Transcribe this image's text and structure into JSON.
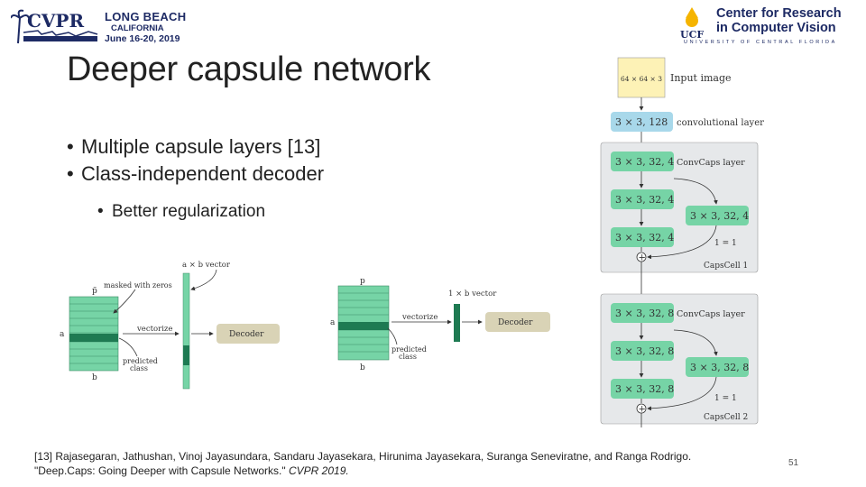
{
  "header": {
    "cvpr_location": "LONG BEACH",
    "cvpr_state": "CALIFORNIA",
    "cvpr_dates": "June 16-20, 2019",
    "cvpr_logo_text": "CVPR",
    "ucf_logo_text": "UCF",
    "center_line1": "Center for Research",
    "center_line2": "in Computer Vision",
    "university": "UNIVERSITY OF CENTRAL FLORIDA"
  },
  "slide": {
    "title": "Deeper capsule network",
    "bullets": [
      "Multiple capsule layers [13]",
      "Class-independent decoder"
    ],
    "sub_bullets": [
      "Better regularization"
    ],
    "bullet_symbol": "•"
  },
  "figure_decoder_left": {
    "top_label": "a × b vector",
    "masked_label": "masked with zeros",
    "p_label": "p̃",
    "a_label": "a",
    "b_label": "b",
    "vectorize_label": "vectorize",
    "predicted_label_1": "predicted",
    "predicted_label_2": "class",
    "decoder_label": "Decoder"
  },
  "figure_decoder_right": {
    "top_label": "1 × b vector",
    "p_label": "p",
    "a_label": "a",
    "b_label": "b",
    "vectorize_label": "vectorize",
    "predicted_label_1": "predicted",
    "predicted_label_2": "class",
    "decoder_label": "Decoder"
  },
  "figure_architecture": {
    "input_box": "64 × 64 × 3",
    "input_label": "Input image",
    "conv_box": "3 × 3, 128",
    "conv_label": "convolutional layer",
    "cell1": {
      "box_a": "3 × 3, 32, 4",
      "box_b": "3 × 3, 32, 4",
      "box_c": "3 × 3, 32, 4",
      "box_skip": "3 × 3, 32, 4",
      "layer_label": "ConvCaps layer",
      "iter_label": "1 = 1",
      "cell_label": "CapsCell 1"
    },
    "cell2": {
      "box_a": "3 × 3, 32, 8",
      "box_b": "3 × 3, 32, 8",
      "box_c": "3 × 3, 32, 8",
      "box_skip": "3 × 3, 32, 8",
      "layer_label": "ConvCaps layer",
      "iter_label": "1 = 1",
      "cell_label": "CapsCell 2"
    },
    "plus_symbol": "+"
  },
  "footer": {
    "reference_main": "[13] Rajasegaran, Jathushan, Vinoj Jayasundara, Sandaru Jayasekara, Hirunima Jayasekara, Suranga Seneviratne, and Ranga Rodrigo. \"Deep.Caps: Going Deeper with Capsule Networks.\"",
    "reference_venue": "CVPR 2019.",
    "page_number": "51"
  },
  "colors": {
    "capsule_green": "#76d4a6",
    "predicted_green": "#1e7a52",
    "decoder_fill": "#d9d3b6",
    "input_fill": "#fdf2b6",
    "conv_fill": "#a8d8ea",
    "cell_fill": "#e6e8ea",
    "cvpr_blue": "#1d2a64",
    "ucf_gold": "#f5b400"
  }
}
